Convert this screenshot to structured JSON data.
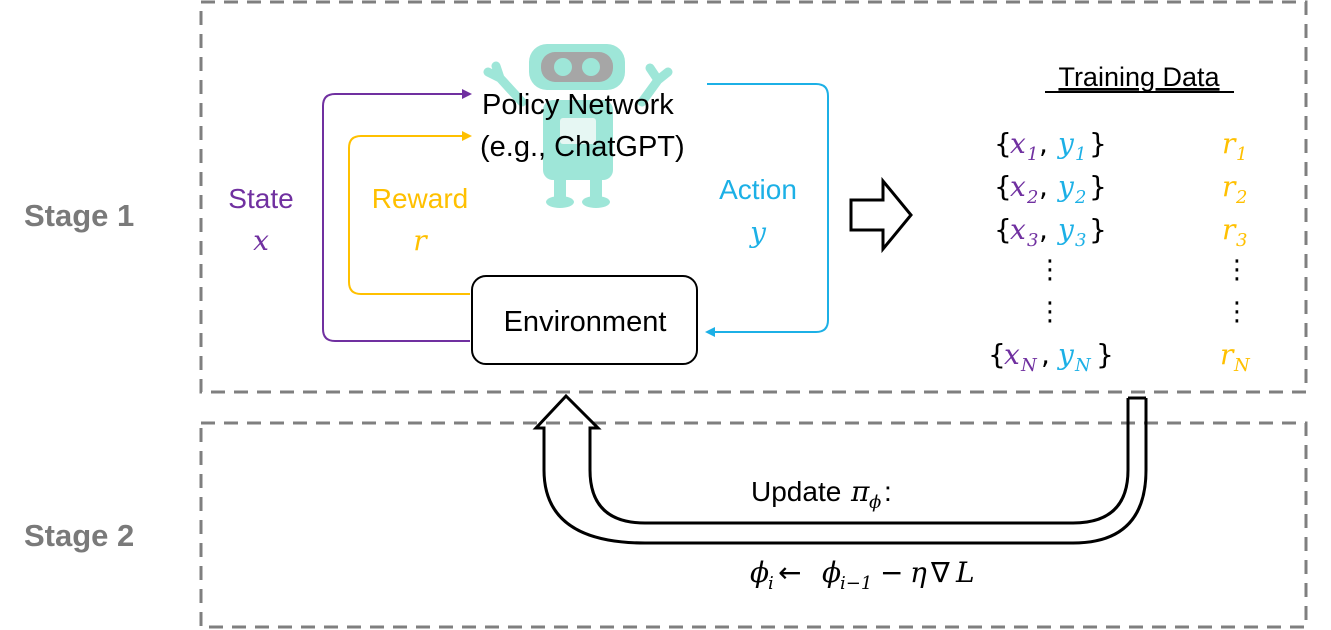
{
  "stages": {
    "stage1": "Stage 1",
    "stage2": "Stage 2"
  },
  "loop": {
    "state_label": "State",
    "state_symbol": "x",
    "reward_label": "Reward",
    "reward_symbol": "r",
    "action_label": "Action",
    "action_symbol": "y",
    "policy_line1": "Policy Network",
    "policy_line2": "(e.g., ChatGPT)",
    "environment": "Environment"
  },
  "training_data": {
    "title": "Training Data",
    "rows": [
      {
        "x": "x",
        "x_sub": "1",
        "y": "y",
        "y_sub": "1",
        "r": "r",
        "r_sub": "1"
      },
      {
        "x": "x",
        "x_sub": "2",
        "y": "y",
        "y_sub": "2",
        "r": "r",
        "r_sub": "2"
      },
      {
        "x": "x",
        "x_sub": "3",
        "y": "y",
        "y_sub": "3",
        "r": "r",
        "r_sub": "3"
      },
      {
        "x": "x",
        "x_sub": "N",
        "y": "y",
        "y_sub": "N",
        "r": "r",
        "r_sub": "N"
      }
    ],
    "dots": "⋮"
  },
  "update": {
    "label": "Update ",
    "pi": "π",
    "pi_sub": "ϕ",
    "colon": ":",
    "eq_phi": "ϕ",
    "eq_sub_i": "i",
    "eq_arrow": " ← ",
    "eq_sub_prev": "i−1",
    "eq_tail": " − ηL",
    "eq_nabla": "∇"
  },
  "colors": {
    "state": "#7030a0",
    "reward": "#ffc000",
    "action": "#1cb0e6",
    "stage_text": "#7a7a7a",
    "dashed_border": "#7f7f7f",
    "robot": "#9ee6d8",
    "robot_face": "#a6a6a6"
  },
  "icons": {
    "robot": "robot-icon",
    "big_arrow": "hollow-right-arrow",
    "u_arrow": "hollow-u-turn-arrow"
  }
}
